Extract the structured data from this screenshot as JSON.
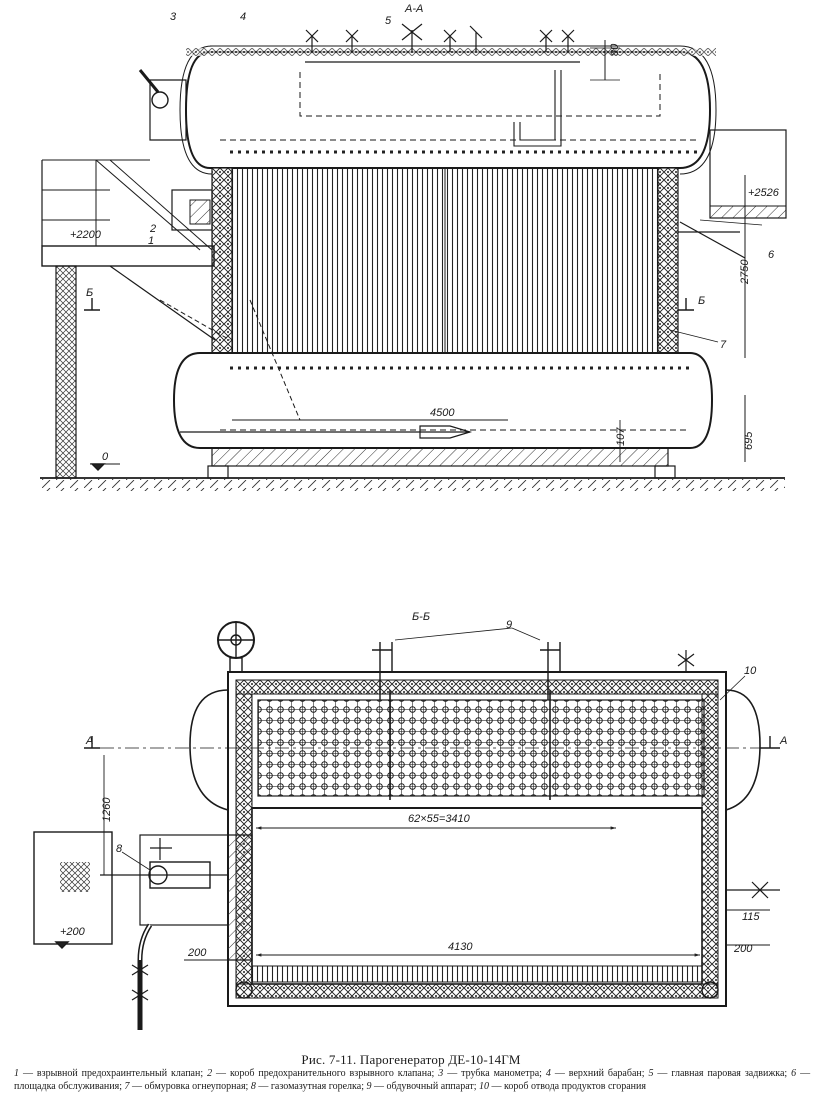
{
  "figure": {
    "caption": "Рис. 7-11. Парогенератор ДЕ-10-14ГМ",
    "legend": [
      {
        "num": "1",
        "text": "взрывной предохраинтельный клапан;"
      },
      {
        "num": "2",
        "text": "короб предохранительного взрывного клапана;"
      },
      {
        "num": "3",
        "text": "трубка манометра;"
      },
      {
        "num": "4",
        "text": "верхний барабан;"
      },
      {
        "num": "5",
        "text": "главная паровая задвижка;"
      },
      {
        "num": "6",
        "text": "площадка обслуживания;"
      },
      {
        "num": "7",
        "text": "обмуровка огнеупорная;"
      },
      {
        "num": "8",
        "text": "газомазутная горелка;"
      },
      {
        "num": "9",
        "text": "обдувочный аппарат;"
      },
      {
        "num": "10",
        "text": "короб отвода продуктов сгорания"
      }
    ]
  },
  "top_view": {
    "section_marker": "А-А",
    "cut_b_left": "Б",
    "cut_b_right": "Б",
    "level_zero": "0",
    "dimensions": {
      "d80": "80",
      "d2526": "+2526",
      "d2200": "+2200",
      "d2750": "2750",
      "d4500": "4500",
      "d107": "107",
      "d695": "695"
    },
    "callouts": [
      "1",
      "2",
      "3",
      "4",
      "5",
      "6",
      "7"
    ]
  },
  "bottom_view": {
    "section_label": "Б-Б",
    "cut_a_left": "А",
    "cut_a_right": "А",
    "dimensions": {
      "d1260": "1260",
      "d62x55": "62×55=3410",
      "d200_platform": "+200",
      "d115": "115",
      "d200_left": "200",
      "d200_right": "200",
      "d4130": "4130"
    },
    "callouts": [
      "8",
      "9",
      "10"
    ]
  }
}
